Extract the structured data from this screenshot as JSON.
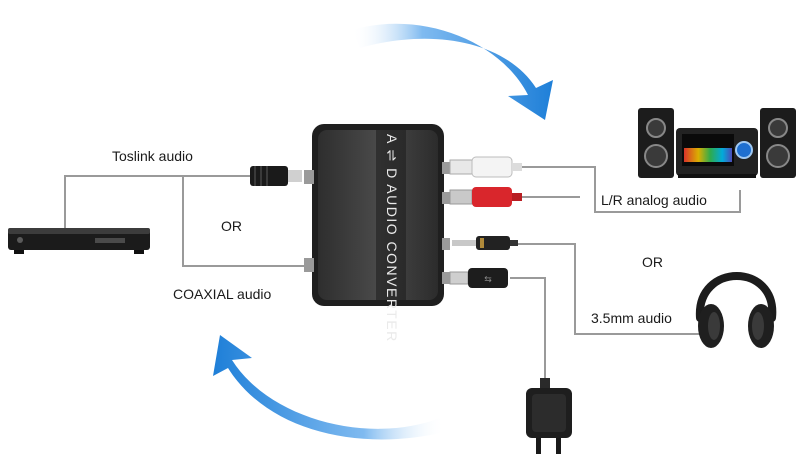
{
  "labels": {
    "toslink": "Toslink audio",
    "or_left": "OR",
    "coaxial": "COAXIAL audio",
    "lr_analog": "L/R analog audio",
    "or_right": "OR",
    "mm35": "3.5mm audio"
  },
  "converter": {
    "title": "A ⇌ D AUDIO CONVERTER"
  },
  "colors": {
    "arrow": "#1e7fd8",
    "cable": "#9a9a9a",
    "device_body": "#3a3a3a"
  }
}
